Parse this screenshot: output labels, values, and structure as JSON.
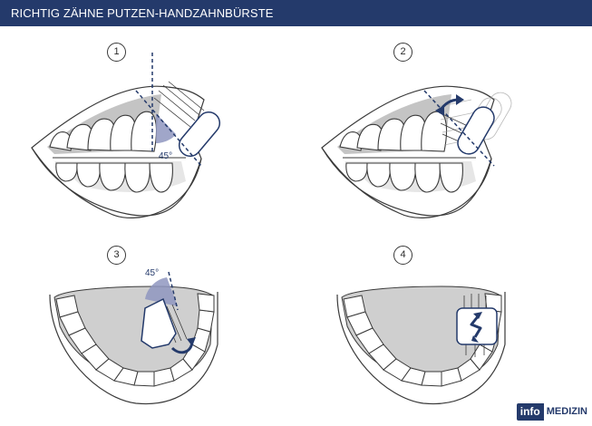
{
  "header": {
    "title": "RICHTIG ZÄHNE PUTZEN-HANDZAHNBÜRSTE"
  },
  "steps": [
    {
      "number": "1",
      "angle_label": "45°"
    },
    {
      "number": "2"
    },
    {
      "number": "3",
      "angle_label": "45°"
    },
    {
      "number": "4"
    }
  ],
  "logo": {
    "part1": "info",
    "part2": "MEDIZIN"
  },
  "colors": {
    "navy": "#243a6b",
    "outline": "#3a3a3a",
    "gum_gray": "#c8c8c8",
    "angle_fill": "#8f97bf"
  }
}
